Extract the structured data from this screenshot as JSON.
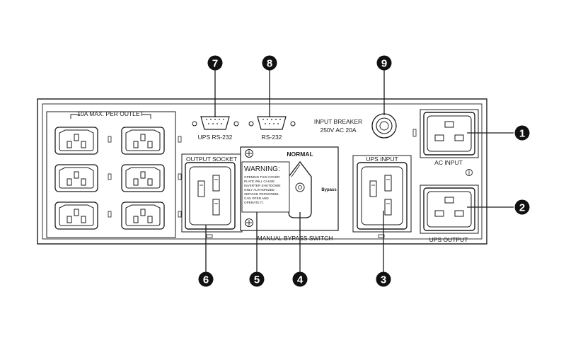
{
  "panel": {
    "outlet_group_label": "10A MAX. PER OUTLET",
    "ups_rs232_label": "UPS RS-232",
    "rs232_label": "RS-232",
    "input_breaker_label_1": "INPUT BREAKER",
    "input_breaker_label_2": "250V AC 20A",
    "output_socket_label": "OUTPUT SOCKET",
    "ups_input_label": "UPS INPUT",
    "ac_input_label": "AC INPUT",
    "ups_output_label": "UPS OUTPUT",
    "manual_bypass_label": "MANUAL BYPASS SWITCH",
    "normal_label": "NORMAL",
    "bypass_label": "Bypass",
    "warning_title": "WARNING:",
    "warning_lines": [
      "OPENING THIS COVER",
      "PLATE WILL CAUSE",
      "INVERTER SHUTDOWN",
      "ONLY AUTHORIZED",
      "SERVICE PERSONNEL",
      "CAN OPEN AND",
      "OPERATE IT."
    ]
  },
  "callouts": {
    "c1": "1",
    "c2": "2",
    "c3": "3",
    "c4": "4",
    "c5": "5",
    "c6": "6",
    "c7": "7",
    "c8": "8",
    "c9": "9"
  }
}
